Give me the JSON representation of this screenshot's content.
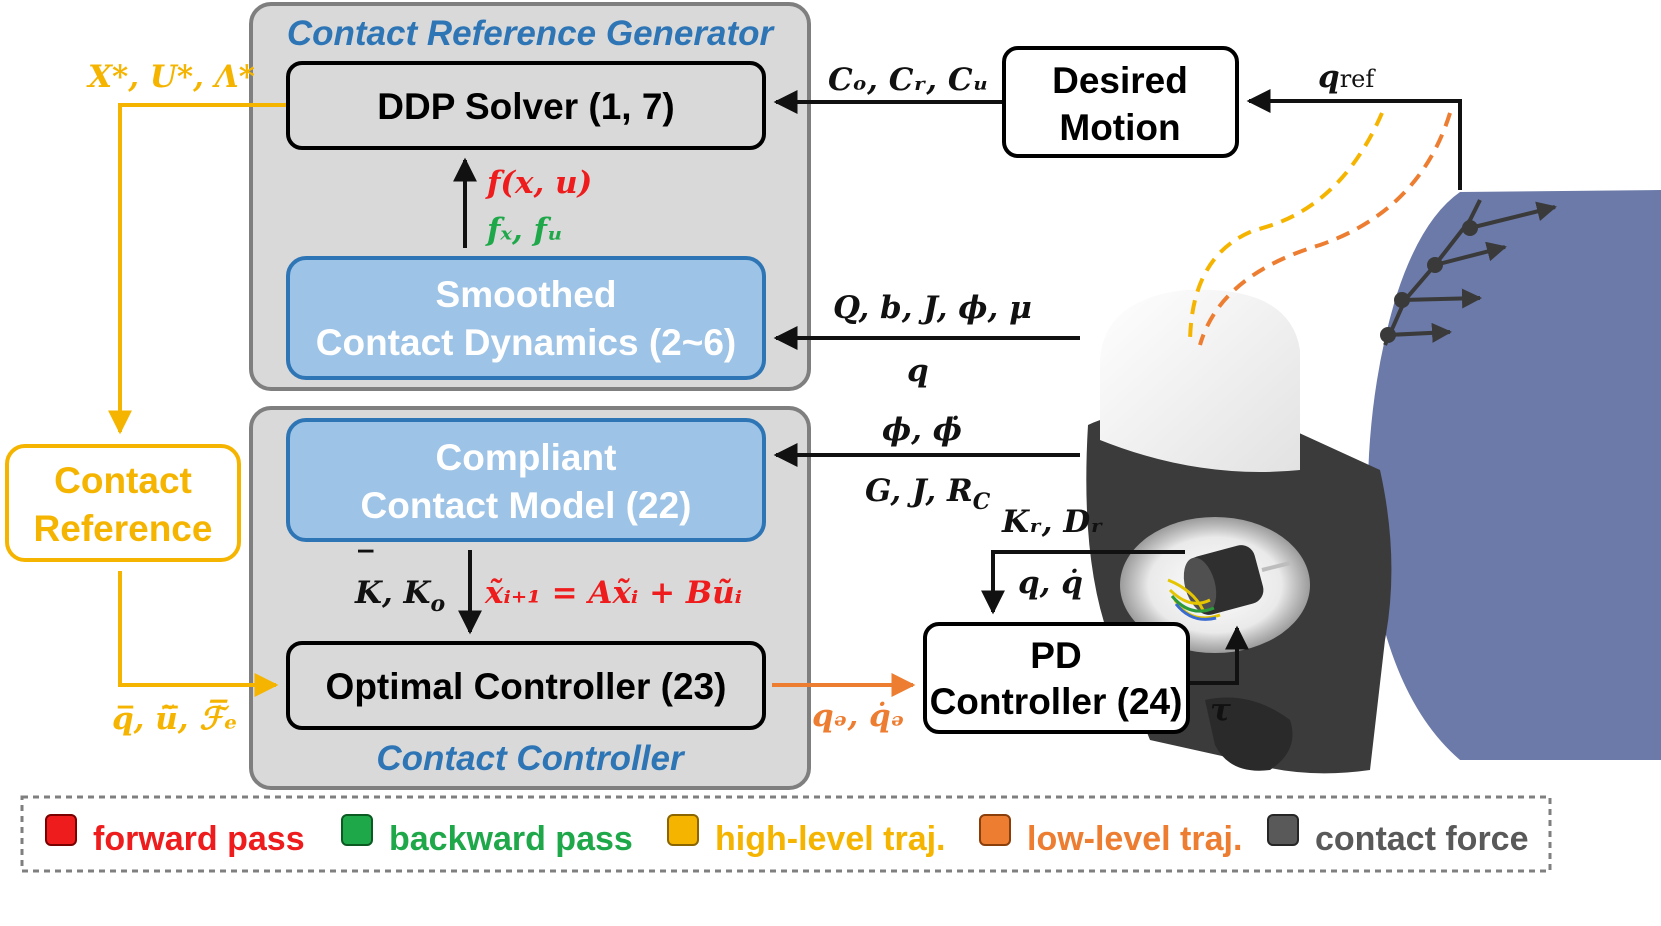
{
  "groups": {
    "reference_generator": "Contact Reference Generator",
    "contact_controller": "Contact Controller"
  },
  "blocks": {
    "ddp_solver": "DDP Solver (1, 7)",
    "smoothed_line1": "Smoothed",
    "smoothed_line2": "Contact Dynamics (2~6)",
    "compliant_line1": "Compliant",
    "compliant_line2": "Contact Model (22)",
    "optimal_controller": "Optimal Controller (23)",
    "desired_line1": "Desired",
    "desired_line2": "Motion",
    "pd_line1": "PD",
    "pd_line2": "Controller (24)",
    "contact_ref_line1": "Contact",
    "contact_ref_line2": "Reference"
  },
  "signals": {
    "costs": "Cₒ, Cᵣ, Cᵤ",
    "q_ref": "q",
    "q_ref_sub": "ref",
    "dynamics_f": "f(x, u)",
    "dynamics_grad": "fₓ, fᵤ",
    "model_params": "Q, b, J, ϕ, μ",
    "q": "q",
    "phi": "ϕ, ϕ̇",
    "g_j_rc": "G, J, R",
    "g_j_rc_sub": "C",
    "gains": "K, K",
    "gains_sub": "o",
    "gain_bar": "‾",
    "linear_dyn": "x̃ᵢ₊₁ = Ax̃ᵢ + Bũᵢ",
    "krdr": "Kᵣ, Dᵣ",
    "q_qdot": "q, q̇",
    "tau": "τ",
    "qd": "qₔ, q̇ₔ",
    "xua": "X*, U*, Λ*",
    "ref_traj": "q̅, ũ̅, ℱ̅ₑ"
  },
  "legend": [
    {
      "label": "forward pass",
      "color": "#ee1c1c"
    },
    {
      "label": "backward pass",
      "color": "#1fa84a"
    },
    {
      "label": "high-level traj.",
      "color": "#f5b400"
    },
    {
      "label": "low-level traj.",
      "color": "#ed7d31"
    },
    {
      "label": "contact force",
      "color": "#595959"
    }
  ],
  "colors": {
    "group_fill": "#d9d9d9",
    "group_stroke": "#7f7f7f",
    "blue_block": "#9dc3e6",
    "blue_stroke": "#2e75b6",
    "high_level": "#f5b400",
    "low_level": "#ed7d31",
    "robot_body": "#6b7aa8"
  }
}
